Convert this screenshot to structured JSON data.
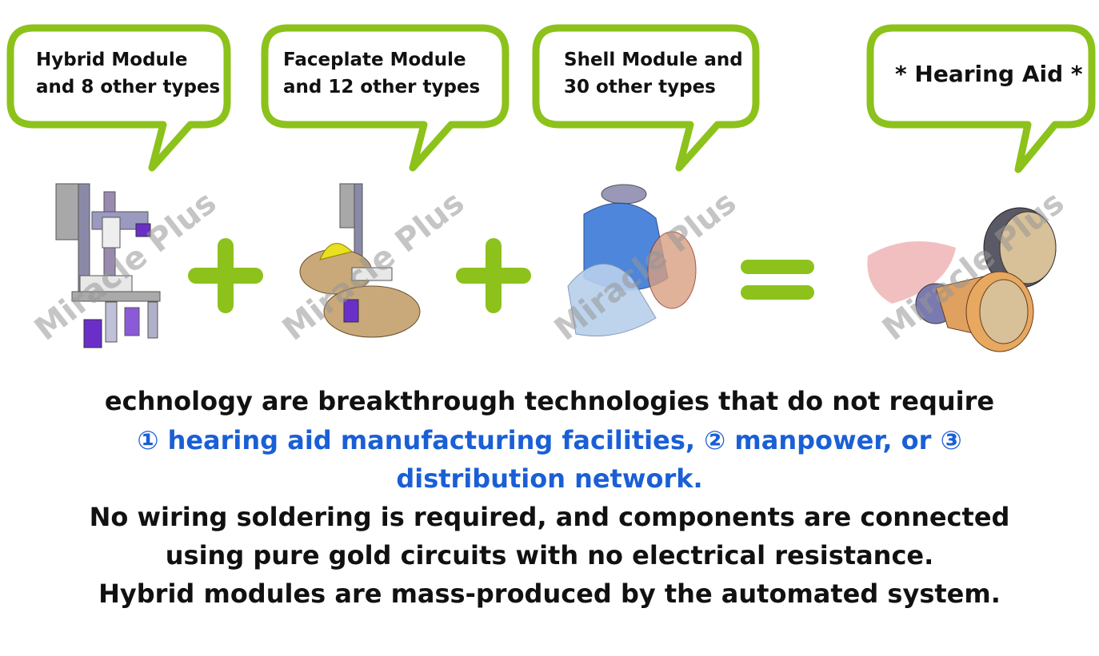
{
  "bubbles": [
    {
      "line1": "Hybrid Module",
      "line2": "and 8 other types"
    },
    {
      "line1": "Faceplate Module",
      "line2": "and 12 other types"
    },
    {
      "line1": "Shell Module and",
      "line2": "30 other types"
    },
    {
      "line1": "* Hearing Aid *"
    }
  ],
  "operators": [
    "+",
    "+",
    "="
  ],
  "watermark": "Miracle Plus",
  "text_lines": [
    "echnology are breakthrough technologies that do not require",
    "① hearing aid manufacturing facilities, ② manpower, or ③",
    "distribution network.",
    "No wiring soldering is required, and components are connected",
    "using pure gold circuits with no electrical resistance.",
    "Hybrid modules are mass-produced by the automated system."
  ],
  "colors": {
    "green": "#8cc21b",
    "blue": "#1a5fd6"
  }
}
